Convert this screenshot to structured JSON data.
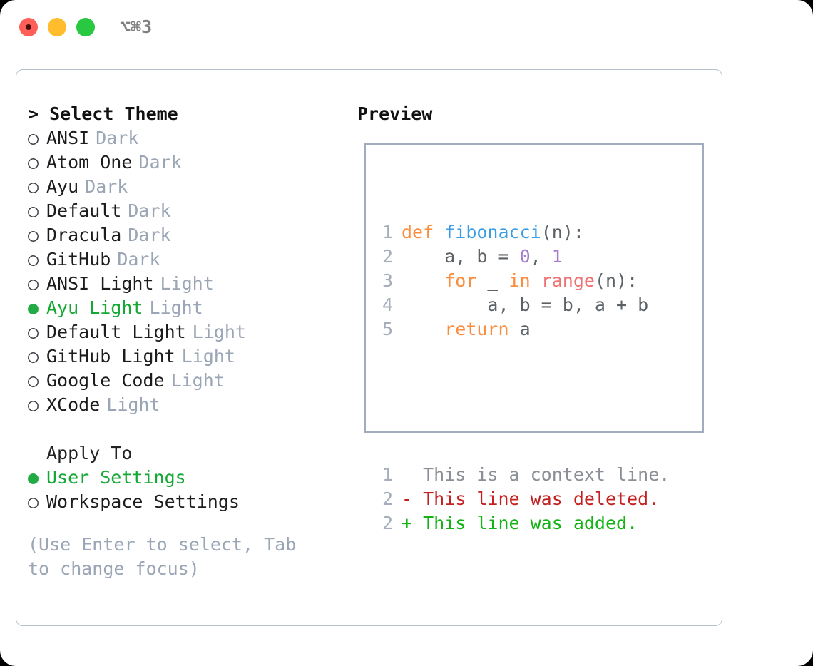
{
  "titlebar": {
    "shortcut": "⌥⌘3",
    "buttons": [
      {
        "name": "close",
        "color": "#ff5f57"
      },
      {
        "name": "minimize",
        "color": "#ffbd2e"
      },
      {
        "name": "maximize",
        "color": "#28c840"
      }
    ]
  },
  "theme_picker": {
    "heading": "> Select Theme",
    "items": [
      {
        "bullet": "○",
        "label": "ANSI",
        "tag": "Dark",
        "selected": false
      },
      {
        "bullet": "○",
        "label": "Atom One",
        "tag": "Dark",
        "selected": false
      },
      {
        "bullet": "○",
        "label": "Ayu",
        "tag": "Dark",
        "selected": false
      },
      {
        "bullet": "○",
        "label": "Default",
        "tag": "Dark",
        "selected": false
      },
      {
        "bullet": "○",
        "label": "Dracula",
        "tag": "Dark",
        "selected": false
      },
      {
        "bullet": "○",
        "label": "GitHub",
        "tag": "Dark",
        "selected": false
      },
      {
        "bullet": "○",
        "label": "ANSI Light",
        "tag": "Light",
        "selected": false
      },
      {
        "bullet": "●",
        "label": "Ayu Light",
        "tag": "Light",
        "selected": true
      },
      {
        "bullet": "○",
        "label": "Default Light",
        "tag": "Light",
        "selected": false
      },
      {
        "bullet": "○",
        "label": "GitHub Light",
        "tag": "Light",
        "selected": false
      },
      {
        "bullet": "○",
        "label": "Google Code",
        "tag": "Light",
        "selected": false
      },
      {
        "bullet": "○",
        "label": "XCode",
        "tag": "Light",
        "selected": false
      }
    ]
  },
  "apply_to": {
    "heading": "Apply To",
    "items": [
      {
        "bullet": "●",
        "label": "User Settings",
        "selected": true
      },
      {
        "bullet": "○",
        "label": "Workspace Settings",
        "selected": false
      }
    ]
  },
  "hint": "(Use Enter to select, Tab to change focus)",
  "preview": {
    "heading": "Preview",
    "code_lines": [
      {
        "num": "1",
        "segments": [
          {
            "text": "def ",
            "cls": "tok-kw"
          },
          {
            "text": "fibonacci",
            "cls": "tok-fn"
          },
          {
            "text": "(n):",
            "cls": "tok-plain"
          }
        ]
      },
      {
        "num": "2",
        "segments": [
          {
            "text": "    a, b = ",
            "cls": "tok-plain"
          },
          {
            "text": "0",
            "cls": "tok-num"
          },
          {
            "text": ", ",
            "cls": "tok-plain"
          },
          {
            "text": "1",
            "cls": "tok-num"
          }
        ]
      },
      {
        "num": "3",
        "segments": [
          {
            "text": "    ",
            "cls": "tok-plain"
          },
          {
            "text": "for",
            "cls": "tok-kw"
          },
          {
            "text": " _ ",
            "cls": "tok-plain"
          },
          {
            "text": "in",
            "cls": "tok-kw"
          },
          {
            "text": " ",
            "cls": "tok-plain"
          },
          {
            "text": "range",
            "cls": "tok-bi"
          },
          {
            "text": "(n):",
            "cls": "tok-plain"
          }
        ]
      },
      {
        "num": "4",
        "segments": [
          {
            "text": "        a, b = b, a + b",
            "cls": "tok-plain"
          }
        ]
      },
      {
        "num": "5",
        "segments": [
          {
            "text": "    ",
            "cls": "tok-kw"
          },
          {
            "text": "return",
            "cls": "tok-kw"
          },
          {
            "text": " a",
            "cls": "tok-plain"
          }
        ]
      }
    ],
    "diff_lines": [
      {
        "num": "1",
        "marker": " ",
        "text": " This is a context line.",
        "cls": "diff-ctx"
      },
      {
        "num": "2",
        "marker": "-",
        "text": " This line was deleted.",
        "cls": "diff-del"
      },
      {
        "num": "2",
        "marker": "+",
        "text": " This line was added.",
        "cls": "diff-add"
      }
    ]
  },
  "colors": {
    "accent_green": "#16a835",
    "muted": "#9aa5b5",
    "panel_border": "#b6c0cd",
    "preview_border": "#a0adbf",
    "keyword": "#fa8d3e",
    "function": "#3b9ee5",
    "builtin": "#f07171",
    "number": "#a37acc",
    "diff_delete": "#c32121",
    "diff_add": "#12b312"
  }
}
